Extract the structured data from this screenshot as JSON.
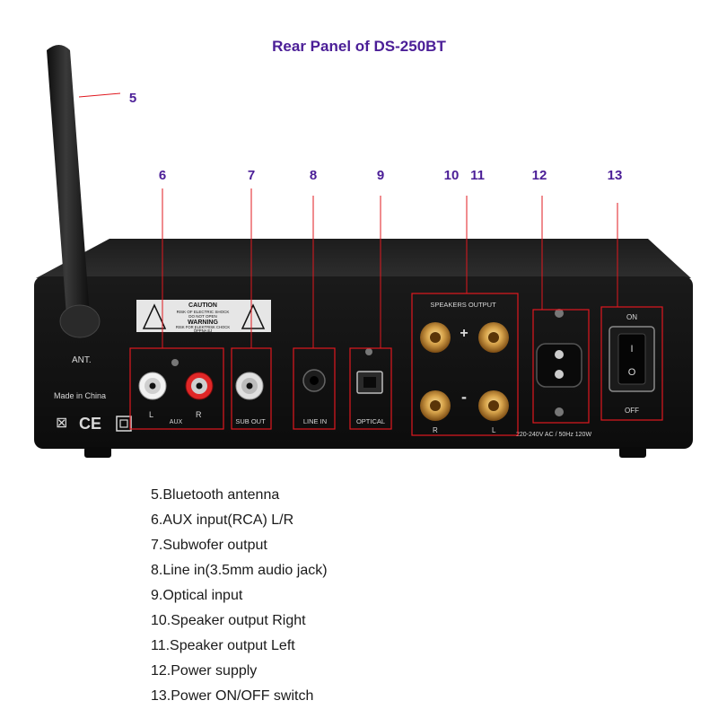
{
  "title": "Rear Panel of DS-250BT",
  "callouts": [
    "5",
    "6",
    "7",
    "8",
    "9",
    "10",
    "11",
    "12",
    "13"
  ],
  "panel": {
    "antenna_label": "ANT.",
    "made_in": "Made in China",
    "caution_title": "CAUTION",
    "caution_line1": "RISK OF ELECTRIC SHOCK",
    "caution_line2": "DO NOT OPEN",
    "warning_title": "WARNING",
    "warning_line1": "RISK FOR ELEKTRISK CHOCK",
    "warning_line2": "ÖPPNA EJ",
    "aux_l": "L",
    "aux_r": "R",
    "aux": "AUX",
    "sub_out": "SUB OUT",
    "line_in": "LINE IN",
    "optical": "OPTICAL",
    "speakers_output": "SPEAKERS OUTPUT",
    "plus": "+",
    "minus": "-",
    "spk_r": "R",
    "spk_l": "L",
    "power_rating": "220-240V AC / 50Hz 120W",
    "switch_on": "ON",
    "switch_off": "OFF",
    "switch_i": "I",
    "switch_o": "O",
    "cert_ce": "CE"
  },
  "legend": [
    "5.Bluetooth antenna",
    "6.AUX input(RCA) L/R",
    "7.Subwofer output",
    "8.Line in(3.5mm audio jack)",
    "9.Optical input",
    "10.Speaker output Right",
    "11.Speaker output Left",
    "12.Power supply",
    "13.Power ON/OFF switch"
  ],
  "colors": {
    "callout_text": "#4b1e97",
    "callout_line": "#e0181f",
    "chassis": "#141414"
  }
}
